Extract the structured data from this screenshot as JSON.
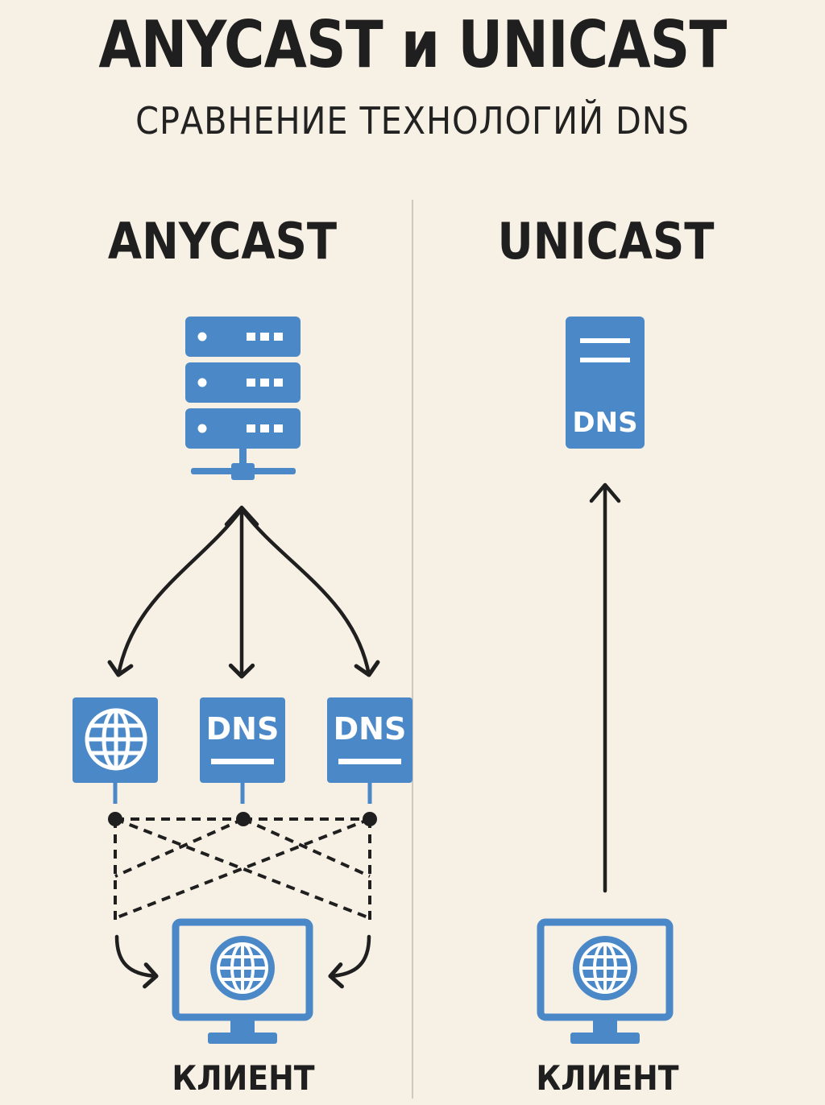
{
  "header": {
    "title": "ANYCAST и UNICAST",
    "subtitle": "СРАВНЕНИЕ ТЕХНОЛОГИЙ DNS"
  },
  "anycast": {
    "heading": "ANYCAST",
    "nodes": [
      {
        "icon": "globe-icon",
        "label": ""
      },
      {
        "icon": "dns-icon",
        "label": "DNS"
      },
      {
        "icon": "dns-icon",
        "label": "DNS"
      }
    ],
    "client_label": "КЛИЕНТ"
  },
  "unicast": {
    "heading": "UNICAST",
    "server_label": "DNS",
    "client_label": "КЛИЕНТ"
  },
  "colors": {
    "background": "#f7f0e4",
    "icon_blue": "#4a88c7",
    "text_dark": "#1f1f1f"
  }
}
